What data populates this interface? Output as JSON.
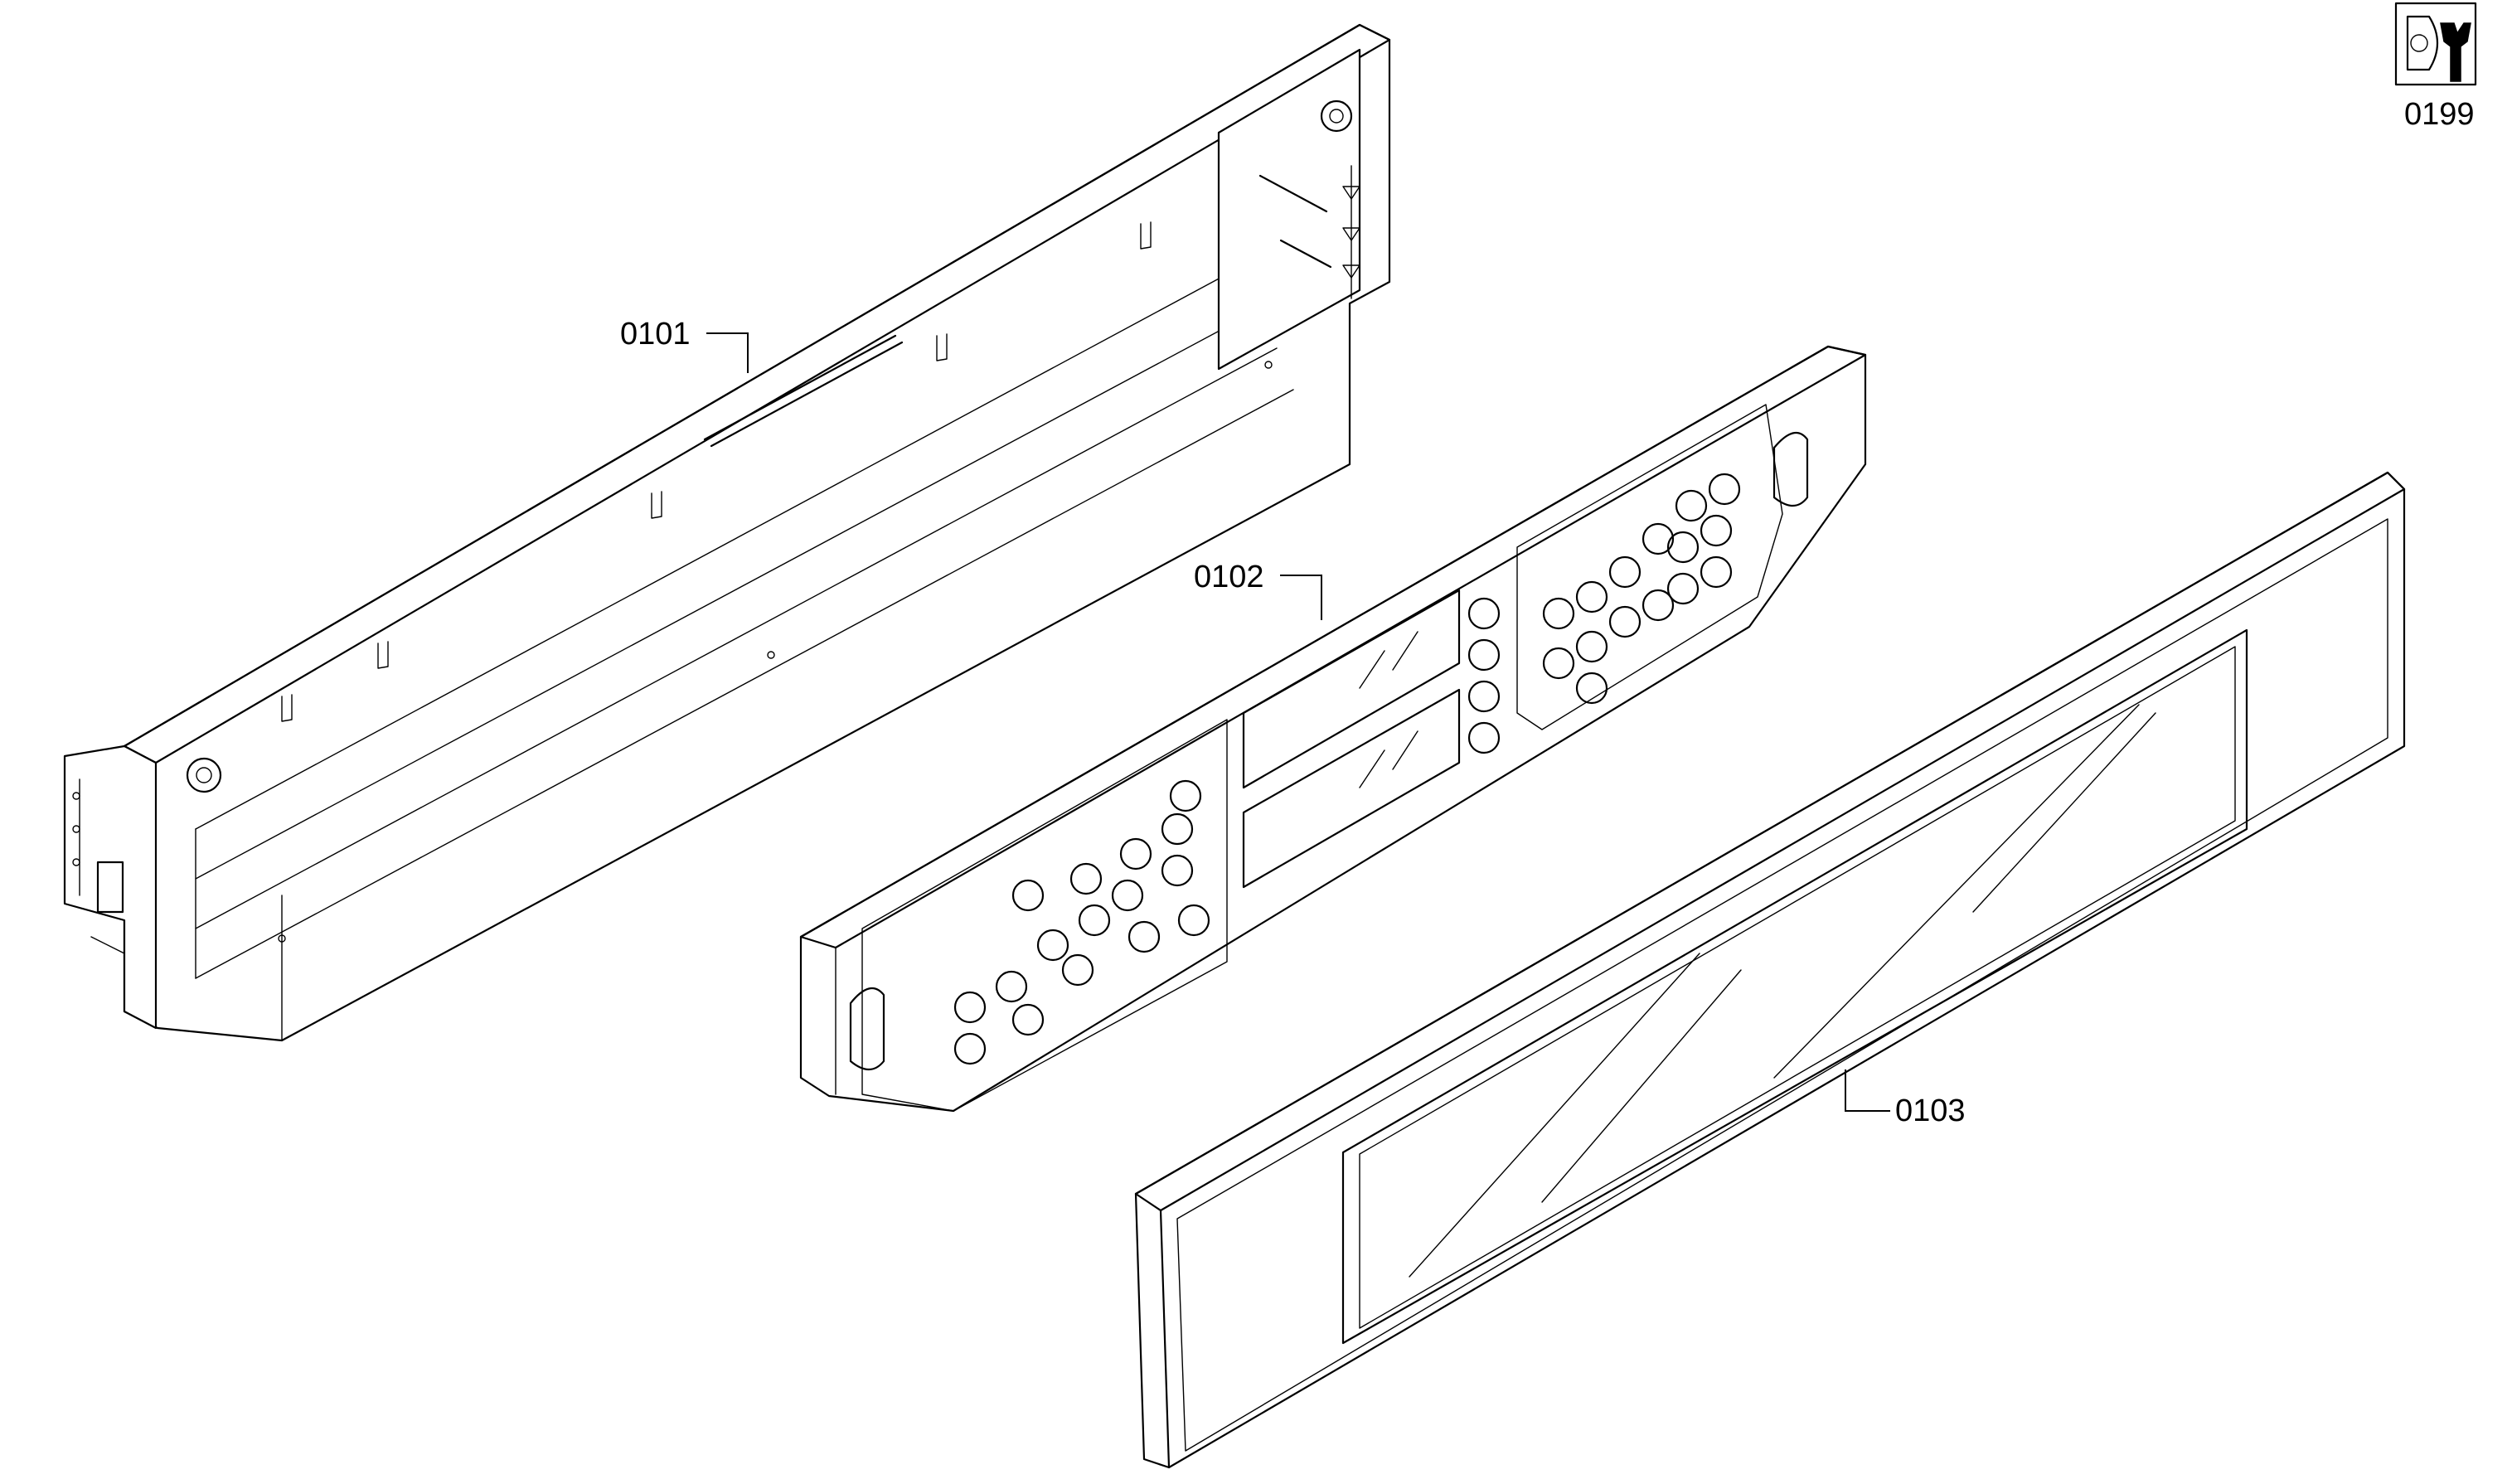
{
  "diagram": {
    "parts": [
      {
        "id": "0101",
        "label": "0101"
      },
      {
        "id": "0102",
        "label": "0102"
      },
      {
        "id": "0103",
        "label": "0103"
      }
    ],
    "service_icon": {
      "label": "0199",
      "icon": "wrench-tool-icon"
    }
  }
}
